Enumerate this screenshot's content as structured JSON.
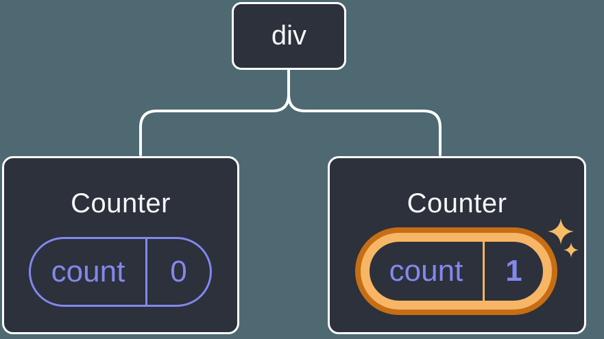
{
  "diagram": {
    "description": "React component tree: a div root with two Counter children; second Counter state is highlighted as new",
    "root_node": {
      "label": "div"
    },
    "children": [
      {
        "title": "Counter",
        "state": {
          "key": "count",
          "value": "0"
        },
        "highlighted": false
      },
      {
        "title": "Counter",
        "state": {
          "key": "count",
          "value": "1"
        },
        "highlighted": true
      }
    ],
    "colors": {
      "background": "#4E6972",
      "card_fill": "#2C313C",
      "card_border": "#FFFFFF",
      "connector": "#FFFFFF",
      "text_primary": "#F6F7F9",
      "state_accent_purple": "#8388EC",
      "highlight_outer_orange": "#C76E14",
      "highlight_inner_orange": "#F7B666",
      "sparkle_orange": "#F8BC68"
    }
  }
}
